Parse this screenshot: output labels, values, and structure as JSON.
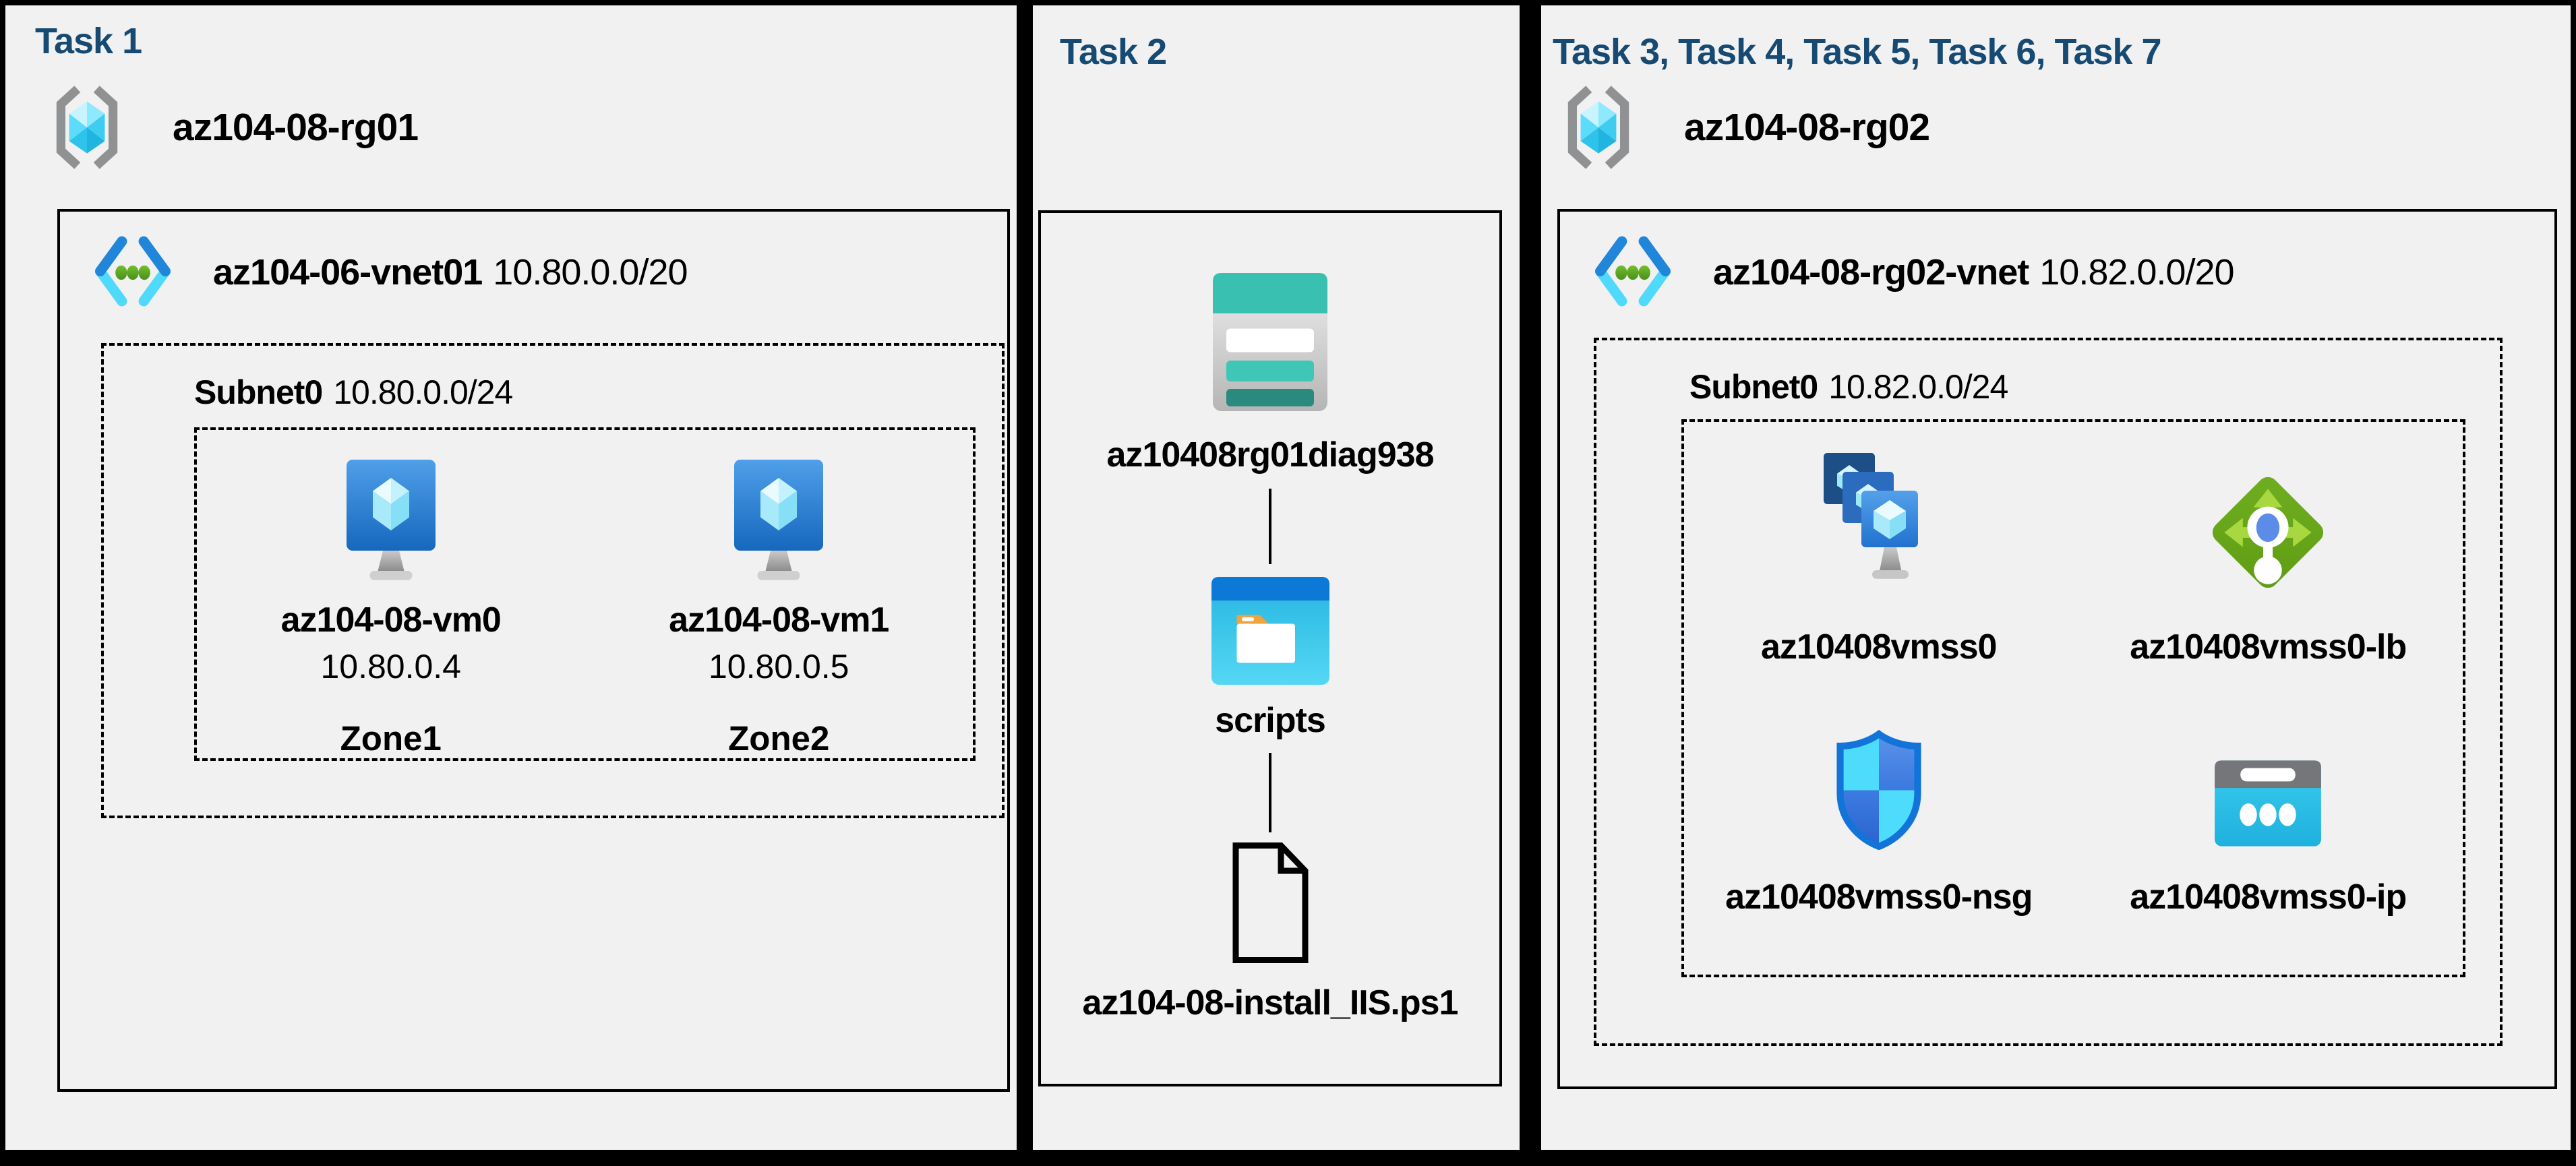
{
  "colors": {
    "page_bg": "#000000",
    "panel_bg": "#f1f1f2",
    "header_text": "#164a72",
    "label_text": "#000000"
  },
  "icons": {
    "resource_group": "gray angle brackets around cyan faceted cube",
    "virtual_network": "blue-cyan chevrons with three green dots",
    "virtual_machine": "blue monitor with cyan cube and gray stand",
    "storage_account": "teal-top card with white/teal/dark-teal bars",
    "blob_container": "blue window with white folder and orange tab",
    "file": "black outline document with folded corner",
    "vm_scale_set": "three stacked blue monitors with cubes",
    "load_balancer": "green diamond with arrows and white lollipop",
    "network_security_group": "blue quartered shield",
    "public_ip": "cyan card with gray top band and three white dots"
  },
  "panels": {
    "task1": {
      "header": "Task 1",
      "resource_group": "az104-08-rg01",
      "vnet": {
        "name": "az104-06-vnet01",
        "cidr": "10.80.0.0/20"
      },
      "subnet": {
        "name": "Subnet0",
        "cidr": "10.80.0.0/24"
      },
      "vms": [
        {
          "name": "az104-08-vm0",
          "ip": "10.80.0.4",
          "zone": "Zone1"
        },
        {
          "name": "az104-08-vm1",
          "ip": "10.80.0.5",
          "zone": "Zone2"
        }
      ]
    },
    "task2": {
      "header": "Task 2",
      "storage_account": "az10408rg01diag938",
      "container": "scripts",
      "file": "az104-08-install_IIS.ps1"
    },
    "task3": {
      "header": "Task 3, Task 4, Task 5, Task 6, Task 7",
      "resource_group": "az104-08-rg02",
      "vnet": {
        "name": "az104-08-rg02-vnet",
        "cidr": "10.82.0.0/20"
      },
      "subnet": {
        "name": "Subnet0",
        "cidr": "10.82.0.0/24"
      },
      "resources": [
        {
          "name": "az10408vmss0"
        },
        {
          "name": "az10408vmss0-lb"
        },
        {
          "name": "az10408vmss0-nsg"
        },
        {
          "name": "az10408vmss0-ip"
        }
      ]
    }
  }
}
